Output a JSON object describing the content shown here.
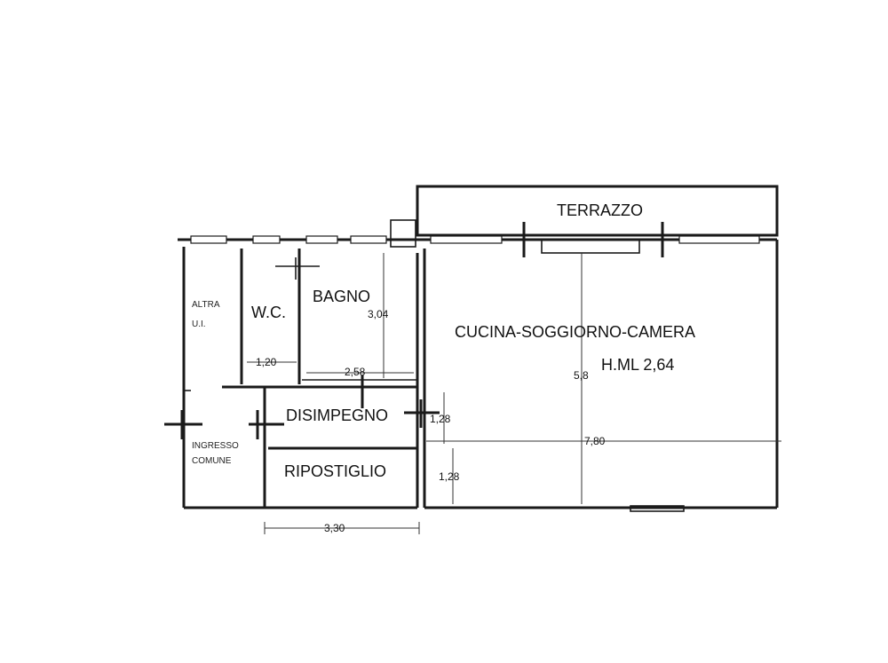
{
  "rooms": {
    "terrazzo": "TERRAZZO",
    "altra_ui_line1": "ALTRA",
    "altra_ui_line2": "U.I.",
    "wc": "W.C.",
    "bagno": "BAGNO",
    "cucina": "CUCINA-SOGGIORNO-CAMERA",
    "height": "H.ML 2,64",
    "disimpegno": "DISIMPEGNO",
    "ripostiglio": "RIPOSTIGLIO",
    "ingresso_line1": "INGRESSO",
    "ingresso_line2": "COMUNE"
  },
  "dimensions": {
    "bagno_height": "3,04",
    "wc_width": "1,20",
    "bagno_width": "2,58",
    "cucina_depth": "5,8",
    "cucina_width": "7,80",
    "disimpegno_depth": "1,28",
    "ripostiglio_depth": "1,28",
    "total_width": "3,30"
  }
}
